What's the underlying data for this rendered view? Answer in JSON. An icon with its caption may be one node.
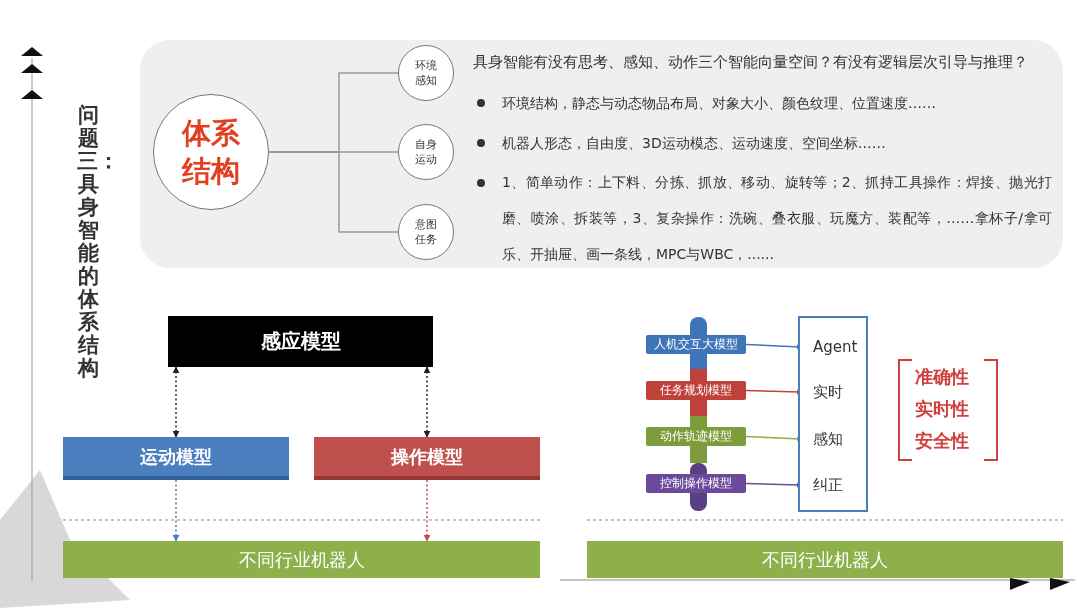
{
  "diagram": {
    "title": "问题三：具身智能的体系结构",
    "nodes": [
      {
        "text": [
          "体系结构"
        ]
      },
      {
        "text": [
          "环境感知"
        ]
      },
      {
        "text": [
          "自身运动"
        ]
      },
      {
        "text": [
          "意图任务"
        ]
      },
      {
        "text": [
          "感应模型"
        ]
      },
      {
        "text": [
          "运动模型"
        ]
      },
      {
        "text": [
          "操作模型"
        ]
      },
      {
        "text": [
          "不同行业机器人"
        ]
      },
      {
        "text": [
          "人机交互大模型"
        ]
      },
      {
        "text": [
          "任务规划模型"
        ]
      },
      {
        "text": [
          "动作轨迹模型"
        ]
      },
      {
        "text": [
          "控制操作模型"
        ]
      },
      {
        "text": [],
        "shape": "box"
      },
      {
        "text": [
          "Agent"
        ],
        "in": 12
      },
      {
        "text": [
          "实时"
        ],
        "in": 12
      },
      {
        "text": [
          "感知"
        ],
        "in": 12
      },
      {
        "text": [
          "纠正"
        ],
        "in": 12
      },
      {
        "text": [
          "不同行业机器人"
        ]
      }
    ],
    "edges": [
      {
        "from": 0,
        "to": 1,
        "arrow": "none"
      },
      {
        "from": 0,
        "to": 2,
        "arrow": "none"
      },
      {
        "from": 0,
        "to": 3,
        "arrow": "none"
      },
      {
        "from": 4,
        "to": 5,
        "arrow": "both",
        "style": "dashed",
        "color": "#222222"
      },
      {
        "from": 4,
        "to": 6,
        "arrow": "both",
        "style": "dashed",
        "color": "#222222"
      },
      {
        "from": 5,
        "to": 7,
        "arrow": "to",
        "style": "dashed",
        "color": "#4a7ebf"
      },
      {
        "from": 6,
        "to": 7,
        "arrow": "to",
        "style": "dashed",
        "color": "#c0504d"
      },
      {
        "from": 8,
        "to": 13,
        "arrow": "other",
        "color": "#3f74b8"
      },
      {
        "from": 9,
        "to": 14,
        "arrow": "other",
        "color": "#c0403c"
      },
      {
        "from": 10,
        "to": 15,
        "arrow": "other",
        "color": "#8db04a"
      },
      {
        "from": 11,
        "to": 16,
        "arrow": "other",
        "color": "#6b4a9b"
      }
    ],
    "labels": [
      "具身智能有没有思考、感知、动作三个智能向量空间？有没有逻辑层次引导与推理？",
      "环境结构，静态与动态物品布局、对象大小、颜色纹理、位置速度……",
      "机器人形态，自由度、3D运动模态、运动速度、空间坐标……",
      "1、简单动作：上下料、分拣、抓放、移动、旋转等；2、抓持工具操作：焊接、抛光打磨、喷涂、拆装等，3、复杂操作：洗碗、叠衣服、玩魔方、装配等，……拿杯子/拿可乐、开抽屉、画一条线，MPC与WBC，......",
      "准确性",
      "实时性",
      "安全性"
    ]
  }
}
